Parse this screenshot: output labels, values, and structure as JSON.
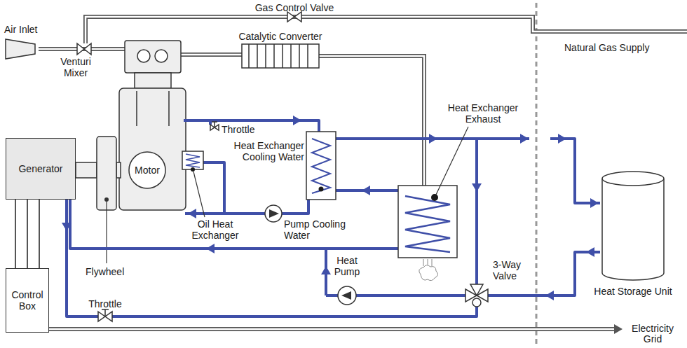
{
  "diagram": {
    "nodes": [
      {
        "text": [
          "Generator"
        ]
      },
      {
        "text": [
          "Motor"
        ]
      },
      {
        "text": [
          "Control Box"
        ]
      },
      {
        "text": [
          "Heat Storage Unit"
        ]
      }
    ],
    "edges": [
      {
        "from": 0,
        "to": 2,
        "arrow": "none"
      }
    ],
    "labels": [
      "Gas Control Valve",
      "Natural Gas Supply",
      "Air Inlet",
      "Venturi Mixer",
      "Catalytic Converter",
      "Throttle",
      "Heat Exchanger Exhaust",
      "Heat Exchanger Cooling Water",
      "Oil Heat Exchanger",
      "Pump Cooling Water",
      "Flywheel",
      "Heat Pump",
      "3-Way Valve",
      "Throttle",
      "Electricity Grid"
    ]
  }
}
